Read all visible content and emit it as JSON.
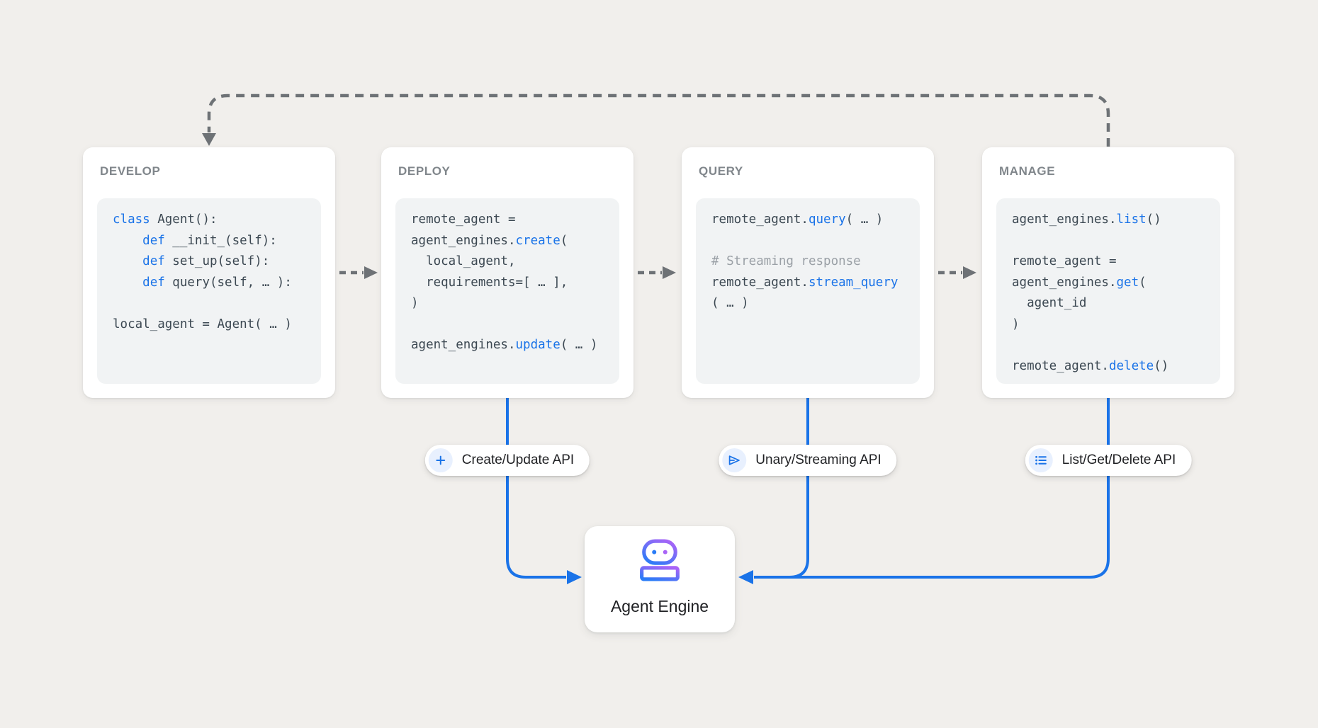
{
  "diagram": {
    "stages": [
      {
        "id": "develop",
        "title": "DEVELOP",
        "code": [
          [
            {
              "t": "class",
              "c": "k"
            },
            {
              "t": " Agent():",
              "c": "p"
            }
          ],
          [
            {
              "t": "    ",
              "c": "p"
            },
            {
              "t": "def",
              "c": "k"
            },
            {
              "t": " __init_(self):",
              "c": "p"
            }
          ],
          [
            {
              "t": "    ",
              "c": "p"
            },
            {
              "t": "def",
              "c": "k"
            },
            {
              "t": " set_up(self):",
              "c": "p"
            }
          ],
          [
            {
              "t": "    ",
              "c": "p"
            },
            {
              "t": "def",
              "c": "k"
            },
            {
              "t": " query(self, … ):",
              "c": "p"
            }
          ],
          [],
          [
            {
              "t": "local_agent = Agent( … )",
              "c": "p"
            }
          ]
        ]
      },
      {
        "id": "deploy",
        "title": "DEPLOY",
        "code": [
          [
            {
              "t": "remote_agent =",
              "c": "p"
            }
          ],
          [
            {
              "t": "agent_engines.",
              "c": "p"
            },
            {
              "t": "create",
              "c": "k"
            },
            {
              "t": "(",
              "c": "p"
            }
          ],
          [
            {
              "t": "  local_agent,",
              "c": "p"
            }
          ],
          [
            {
              "t": "  requirements=[ … ],",
              "c": "p"
            }
          ],
          [
            {
              "t": ")",
              "c": "p"
            }
          ],
          [],
          [
            {
              "t": "agent_engines.",
              "c": "p"
            },
            {
              "t": "update",
              "c": "k"
            },
            {
              "t": "( … )",
              "c": "p"
            }
          ]
        ]
      },
      {
        "id": "query",
        "title": "QUERY",
        "code": [
          [
            {
              "t": "remote_agent.",
              "c": "p"
            },
            {
              "t": "query",
              "c": "k"
            },
            {
              "t": "( … )",
              "c": "p"
            }
          ],
          [],
          [
            {
              "t": "# Streaming response",
              "c": "c"
            }
          ],
          [
            {
              "t": "remote_agent.",
              "c": "p"
            },
            {
              "t": "stream_query",
              "c": "k"
            }
          ],
          [
            {
              "t": "( … )",
              "c": "p"
            }
          ]
        ]
      },
      {
        "id": "manage",
        "title": "MANAGE",
        "code": [
          [
            {
              "t": "agent_engines.",
              "c": "p"
            },
            {
              "t": "list",
              "c": "k"
            },
            {
              "t": "()",
              "c": "p"
            }
          ],
          [],
          [
            {
              "t": "remote_agent =",
              "c": "p"
            }
          ],
          [
            {
              "t": "agent_engines.",
              "c": "p"
            },
            {
              "t": "get",
              "c": "k"
            },
            {
              "t": "(",
              "c": "p"
            }
          ],
          [
            {
              "t": "  agent_id",
              "c": "p"
            }
          ],
          [
            {
              "t": ")",
              "c": "p"
            }
          ],
          [],
          [
            {
              "t": "remote_agent.",
              "c": "p"
            },
            {
              "t": "delete",
              "c": "k"
            },
            {
              "t": "()",
              "c": "p"
            }
          ]
        ]
      }
    ],
    "api_pills": [
      {
        "id": "create-update",
        "icon": "plus-icon",
        "label": "Create/Update API"
      },
      {
        "id": "unary-streaming",
        "icon": "send-icon",
        "label": "Unary/Streaming API"
      },
      {
        "id": "list-get-delete",
        "icon": "list-icon",
        "label": "List/Get/Delete API"
      }
    ],
    "engine": {
      "label": "Agent Engine",
      "icon": "robot-icon"
    }
  },
  "colors": {
    "bg": "#f1efec",
    "card": "#ffffff",
    "codebg": "#f1f3f4",
    "title": "#80868b",
    "codetext": "#3c4852",
    "kw": "#1a73e8",
    "comment": "#9aa0a6",
    "accent": "#1a73e8",
    "gray-line": "#6e7276",
    "icon-chip": "#e8f0fe",
    "label": "#202124",
    "grad-a": "#a964f7",
    "grad-b": "#2a7cf7"
  }
}
